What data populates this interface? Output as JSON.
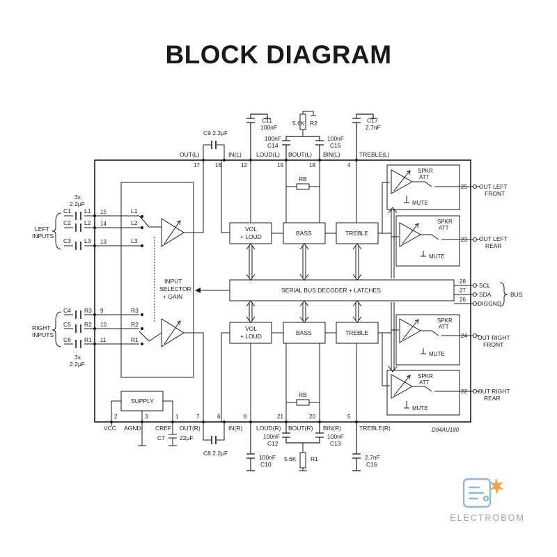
{
  "title": "BLOCK DIAGRAM",
  "watermark": {
    "brand": "ELECTROBOM",
    "accent_color": "#f0a040",
    "icon_color": "#8fb8e8"
  },
  "chip": {
    "top_pins": {
      "out_l": "OUT(L)",
      "in_l": "IN(L)",
      "loud_l": "LOUD(L)",
      "bout_l": "BOUT(L)",
      "bin_l": "BIN(L)",
      "treble_l": "TREBLE(L)",
      "p17": "17",
      "p16": "16",
      "p12": "12",
      "p19": "19",
      "p18": "18",
      "p4": "4"
    },
    "bottom_pins": {
      "vcc": "VCC",
      "agnd": "AGND",
      "cref": "CREF",
      "out_r": "OUT(R)",
      "in_r": "IN(R)",
      "loud_r": "LOUD(R)",
      "bout_r": "BOUT(R)",
      "bin_r": "BIN(R)",
      "treble_r": "TREBLE(R)",
      "p2": "2",
      "p3": "3",
      "p1": "1",
      "p7": "7",
      "p6": "6",
      "p8": "8",
      "p21": "21",
      "p20": "20",
      "p5": "5"
    },
    "left_pins": {
      "p15": "15",
      "p14": "14",
      "p13": "13",
      "p9": "9",
      "p10": "10",
      "p11": "11",
      "l1": "L1",
      "l2": "L2",
      "l3": "L3",
      "r3": "R3",
      "r2": "R2",
      "r1": "R1"
    },
    "right_pins": {
      "p25": "25",
      "p23": "23",
      "p28": "28",
      "p27": "27",
      "p26": "26",
      "p24": "24",
      "p22": "22"
    },
    "blocks": {
      "vol_loud": [
        "VOL",
        "+ LOUD"
      ],
      "bass": "BASS",
      "treble": "TREBLE",
      "serial_bus": "SERIAL BUS DECODER + LATCHES",
      "input_selector": [
        "INPUT",
        "SELECTOR",
        "+ GAIN"
      ],
      "supply": "SUPPLY",
      "spkr_att": [
        "SPKR",
        "ATT"
      ],
      "mute": "MUTE",
      "rb": "RB"
    },
    "code": "D94AU180"
  },
  "external": {
    "left_inputs": [
      "LEFT",
      "INPUTS"
    ],
    "right_inputs": [
      "RIGHT",
      "INPUTS"
    ],
    "cap_3x": "3x",
    "cap_22uf": "2.2μF",
    "c1": "C1",
    "c2": "C2",
    "c3": "C3",
    "c4": "C4",
    "c5": "C5",
    "c6": "C6",
    "c9": "C9 2.2μF",
    "c8": "C8 2.2μF",
    "c11": [
      "C11",
      "100nF"
    ],
    "c17": [
      "C17",
      "2.7nF"
    ],
    "c14": [
      "100nF",
      "C14"
    ],
    "c15": [
      "100nF",
      "C15"
    ],
    "r2": [
      "5.6K",
      "R2"
    ],
    "c10": [
      "100nF",
      "C10"
    ],
    "c16": [
      "2.7nF",
      "C16"
    ],
    "c12": [
      "100nF",
      "C12"
    ],
    "c13": [
      "100nF",
      "C13"
    ],
    "r1": [
      "5.6K",
      "R1"
    ],
    "c7": [
      "C7",
      "22μF"
    ],
    "out_left_front": [
      "OUT LEFT",
      "FRONT"
    ],
    "out_left_rear": [
      "OUT LEFT",
      "REAR"
    ],
    "out_right_front": [
      "OUT RIGHT",
      "FRONT"
    ],
    "out_right_rear": [
      "OUT RIGHT",
      "REAR"
    ],
    "scl": "SCL",
    "sda": "SDA",
    "diggnd": "DIGGND",
    "bus": "BUS"
  }
}
